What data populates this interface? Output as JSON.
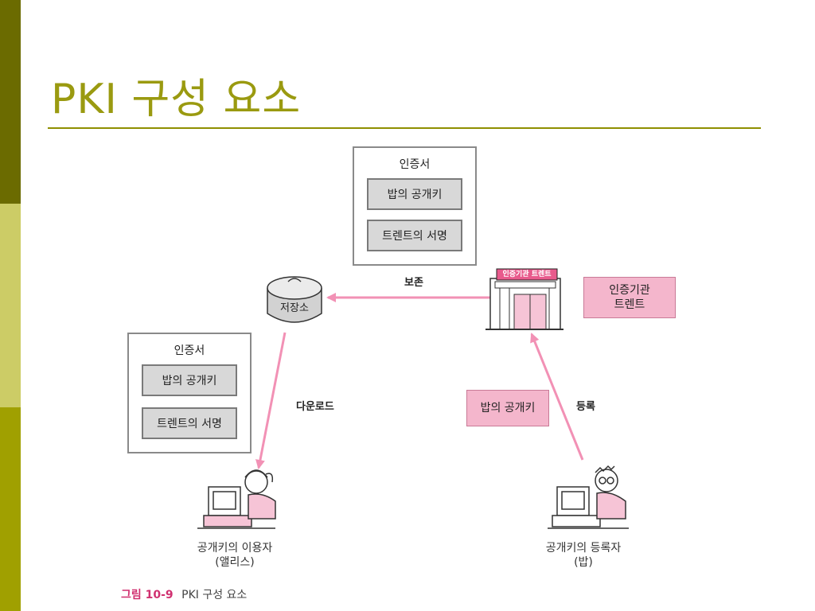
{
  "slide": {
    "title": "PKI 구성 요소"
  },
  "diagram": {
    "certificate_top": {
      "title": "인증서",
      "row1": "밥의 공개키",
      "row2": "트렌트의 서명"
    },
    "certificate_left": {
      "title": "인증서",
      "row1": "밥의 공개키",
      "row2": "트렌트의 서명"
    },
    "repository_label": "저장소",
    "ca_building_sign": "인증기관 트렌트",
    "ca_box": {
      "line1": "인증기관",
      "line2": "트렌트"
    },
    "bob_key_box": "밥의 공개키",
    "arrow_labels": {
      "store": "보존",
      "download": "다운로드",
      "register": "등록"
    },
    "user_caption": {
      "line1": "공개키의 이용자",
      "line2": "(앨리스)"
    },
    "registrant_caption": {
      "line1": "공개키의 등록자",
      "line2": "(밥)"
    },
    "figure_caption": {
      "number": "그림 10-9",
      "text": "PKI 구성 요소"
    },
    "colors": {
      "arrow": "#f291b5",
      "title": "#9a9a10"
    }
  }
}
